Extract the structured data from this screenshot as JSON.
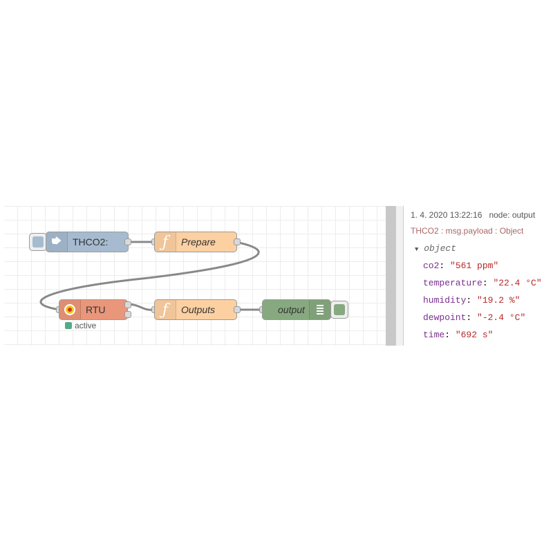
{
  "flow": {
    "nodes": {
      "inject": {
        "label": "THCO2:",
        "color": "#a6bbcf"
      },
      "prepare": {
        "label": "Prepare",
        "color": "#fdd0a2"
      },
      "rtu": {
        "label": "RTU",
        "color": "#e9967a",
        "status": "active",
        "status_color": "#55aa88"
      },
      "outputs": {
        "label": "Outputs",
        "color": "#fdd0a2"
      },
      "debug": {
        "label": "output",
        "color": "#87a980"
      }
    }
  },
  "debug_panel": {
    "timestamp": "1. 4. 2020 13:22:16",
    "node": "node: output",
    "topic": "THCO2 : msg.payload : Object",
    "object_label": "object",
    "fields": [
      {
        "key": "co2",
        "value": "\"561 ppm\""
      },
      {
        "key": "temperature",
        "value": "\"22.4 °C\""
      },
      {
        "key": "humidity",
        "value": "\"19.2 %\""
      },
      {
        "key": "dewpoint",
        "value": "\"-2.4 °C\""
      },
      {
        "key": "time",
        "value": "\"692 s\""
      }
    ]
  }
}
